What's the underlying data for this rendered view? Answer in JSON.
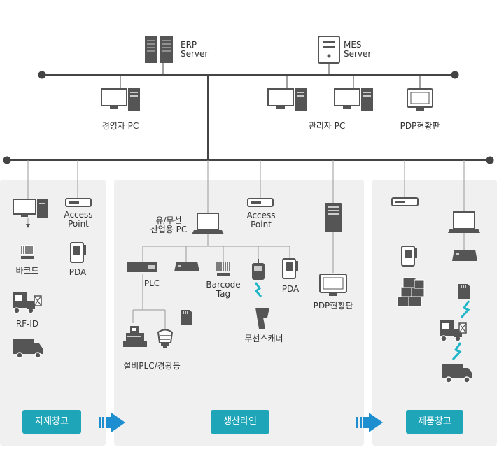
{
  "servers": {
    "erp": "ERP\nServer",
    "mes": "MES\nServer"
  },
  "office": {
    "manager_pc": "경영자 PC",
    "admin_pc": "관리자 PC",
    "pdp_board": "PDP현황판"
  },
  "warehouse_material": {
    "button": "자재창고",
    "barcode": "바코드",
    "access_point": "Access\nPoint",
    "pda": "PDA",
    "rfid": "RF-ID"
  },
  "production_line": {
    "button": "생산라인",
    "industrial_pc": "유/무선\n산업용 PC",
    "access_point": "Access\nPoint",
    "plc": "PLC",
    "barcode_tag": "Barcode\nTag",
    "pda": "PDA",
    "scanner": "무선스캐너",
    "plc_lamp": "설비PLC/경광등",
    "pdp_board": "PDP현황판"
  },
  "warehouse_product": {
    "button": "제품창고"
  },
  "colors": {
    "accent": "#1fa5b8",
    "arrow": "#1d8fd0",
    "line": "#444444",
    "zone": "#f0f0f0"
  }
}
